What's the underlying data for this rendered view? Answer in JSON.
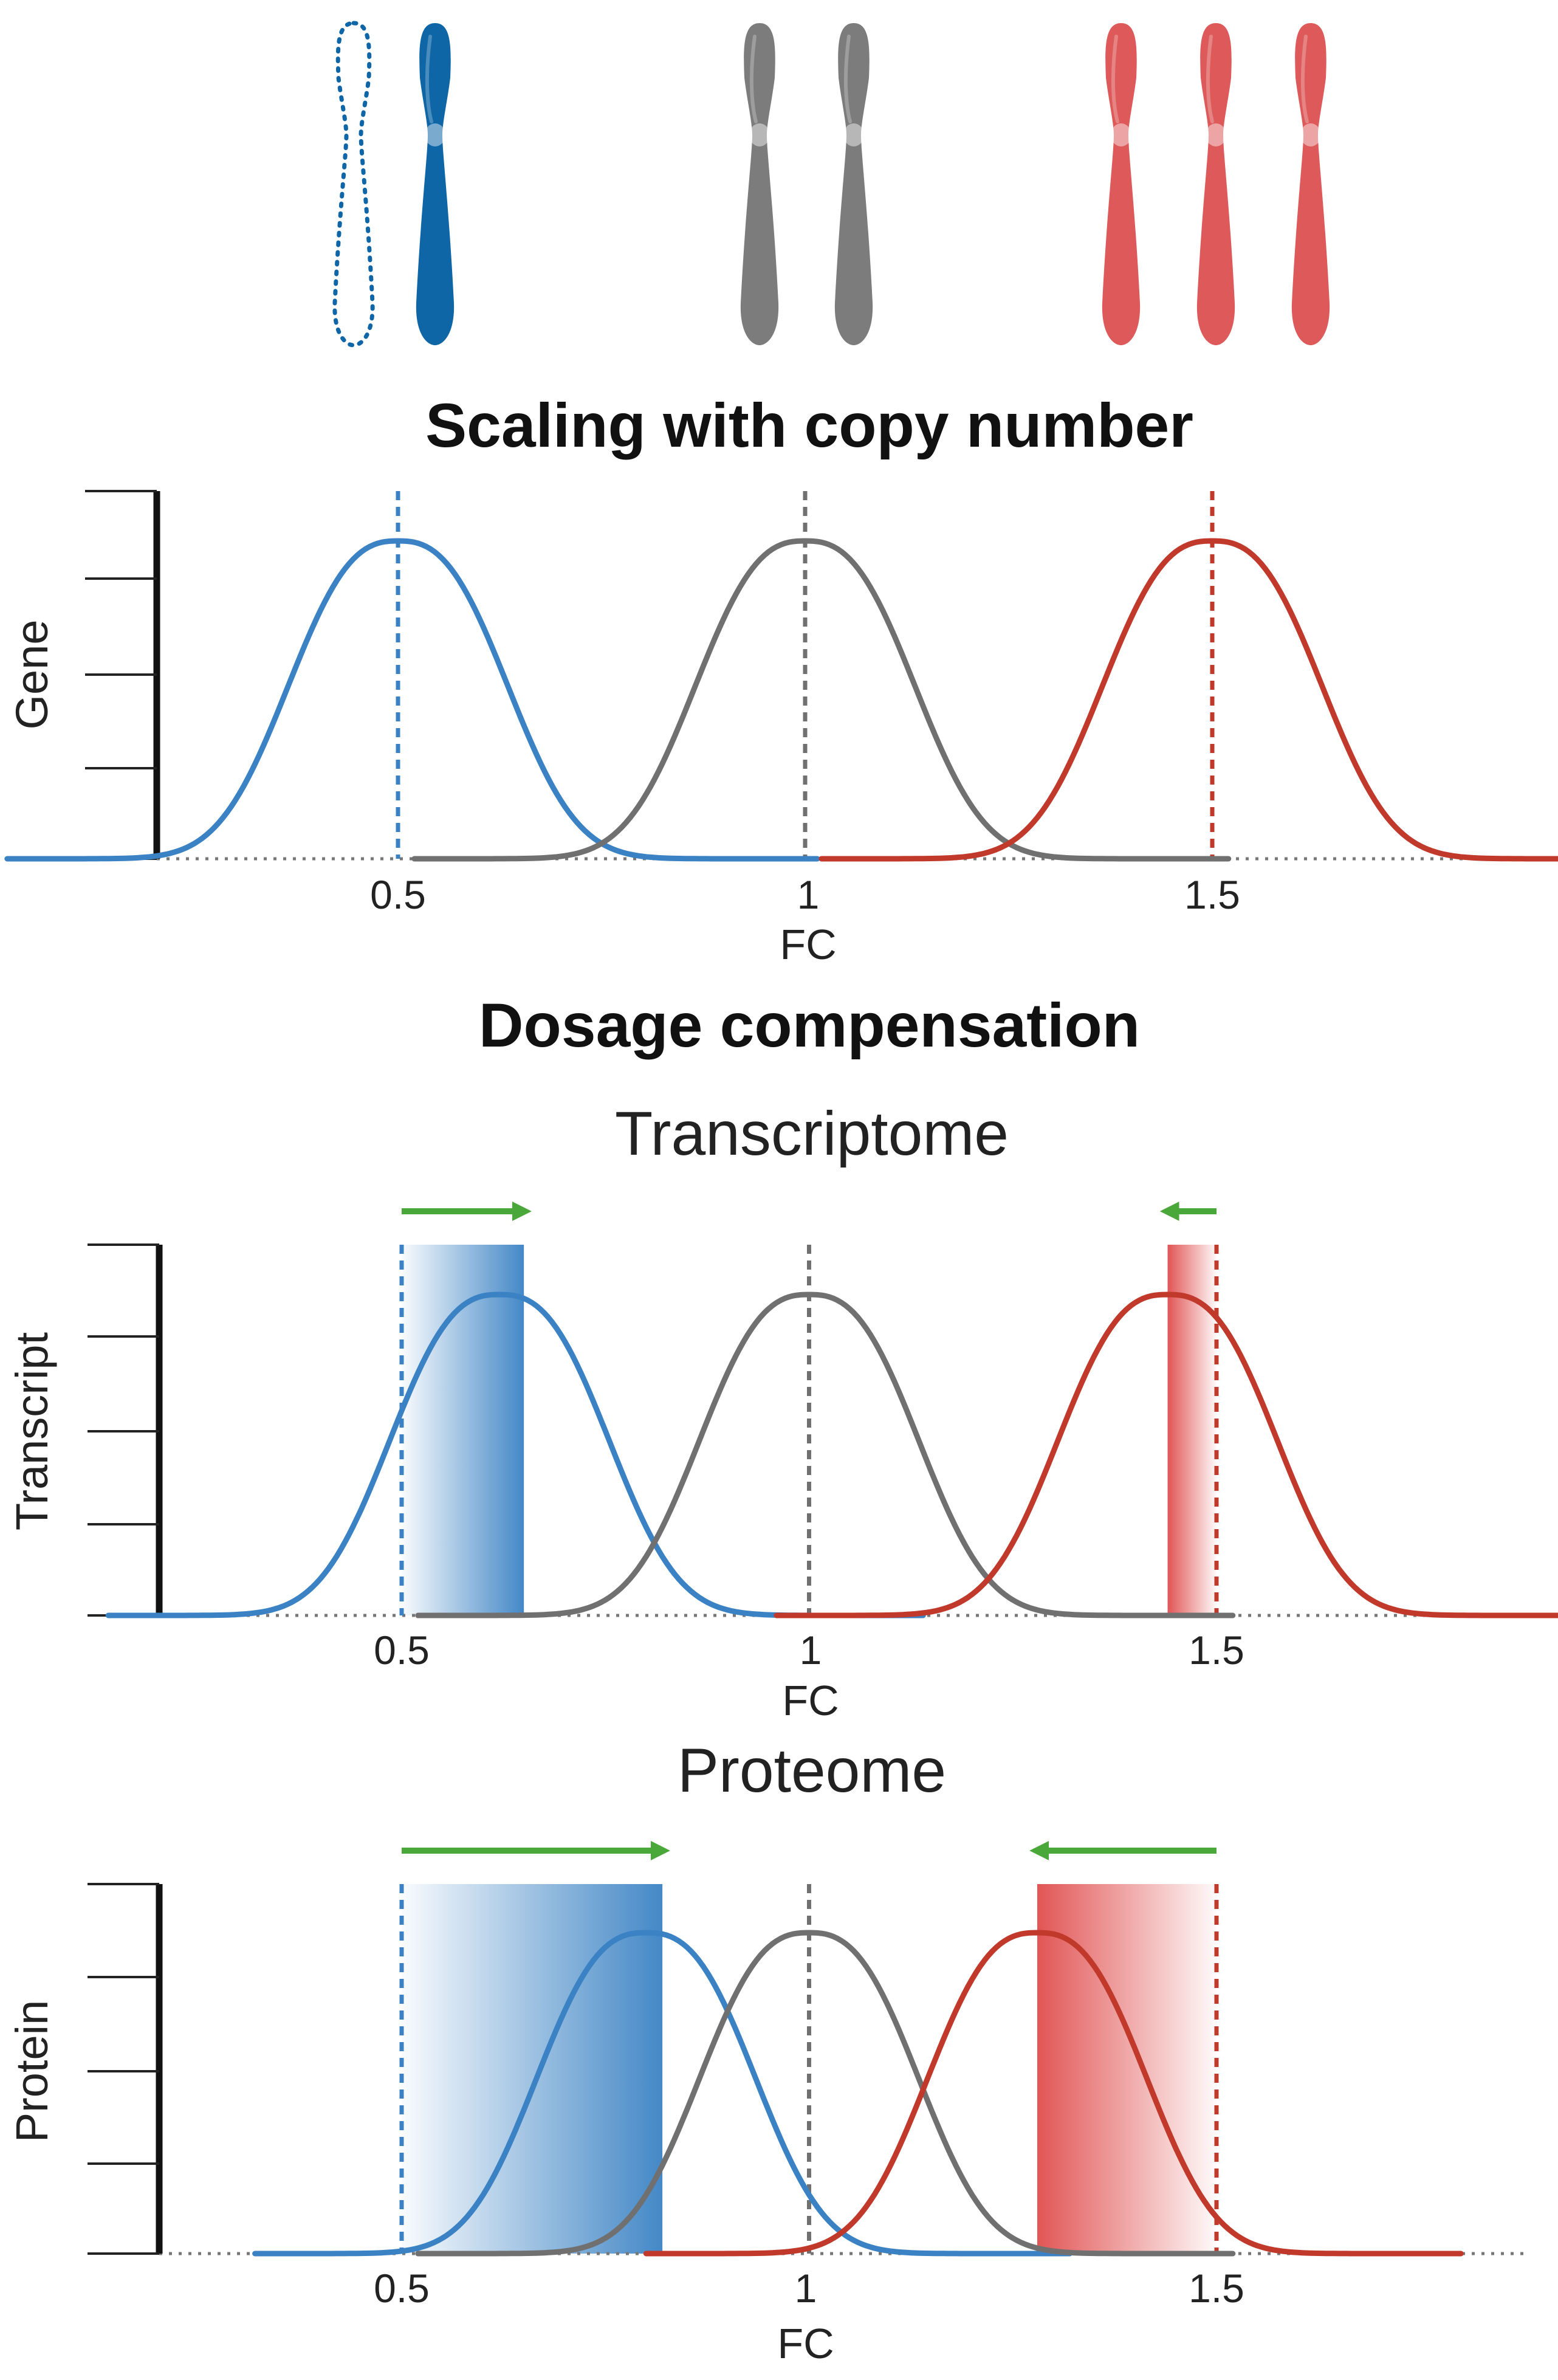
{
  "colors": {
    "monosomy": "#3a82c4",
    "disomy": "#707070",
    "trisomy": "#c0392b",
    "arrow": "#4aa83a",
    "chromosome_blue": "#0e66a6",
    "chromosome_gray": "#7c7c7c",
    "chromosome_red": "#de5a5a"
  },
  "chromosomes": {
    "monosomy": {
      "count": 1,
      "missing": 1
    },
    "disomy": {
      "count": 2
    },
    "trisomy": {
      "count": 3
    }
  },
  "titles": {
    "scaling": "Scaling with copy number",
    "compensation": "Dosage compensation"
  },
  "chart_data": [
    {
      "type": "line",
      "title": "Scaling with copy number",
      "xlabel": "FC",
      "ylabel": "Gene",
      "xticks": [
        "0.5",
        "1",
        "1.5"
      ],
      "series": [
        {
          "color": "monosomy",
          "peak": 0.5,
          "reference": 0.5
        },
        {
          "color": "disomy",
          "peak": 1.0,
          "reference": 1.0
        },
        {
          "color": "trisomy",
          "peak": 1.5,
          "reference": 1.5
        }
      ]
    },
    {
      "type": "line",
      "title": "Transcriptome",
      "xlabel": "FC",
      "ylabel": "Transcript",
      "xticks": [
        "0.5",
        "1",
        "1.5"
      ],
      "series": [
        {
          "color": "monosomy",
          "peak": 0.62,
          "reference": 0.5
        },
        {
          "color": "disomy",
          "peak": 1.0,
          "reference": 1.0
        },
        {
          "color": "trisomy",
          "peak": 1.44,
          "reference": 1.5
        }
      ],
      "shifts": [
        {
          "color": "monosomy",
          "from": 0.5,
          "to": 0.65
        },
        {
          "color": "trisomy",
          "from": 1.5,
          "to": 1.44
        }
      ]
    },
    {
      "type": "line",
      "title": "Proteome",
      "xlabel": "FC",
      "ylabel": "Protein",
      "xticks": [
        "0.5",
        "1",
        "1.5"
      ],
      "series": [
        {
          "color": "monosomy",
          "peak": 0.8,
          "reference": 0.5
        },
        {
          "color": "disomy",
          "peak": 1.0,
          "reference": 1.0
        },
        {
          "color": "trisomy",
          "peak": 1.28,
          "reference": 1.5
        }
      ],
      "shifts": [
        {
          "color": "monosomy",
          "from": 0.5,
          "to": 0.82
        },
        {
          "color": "trisomy",
          "from": 1.5,
          "to": 1.28
        }
      ]
    }
  ]
}
